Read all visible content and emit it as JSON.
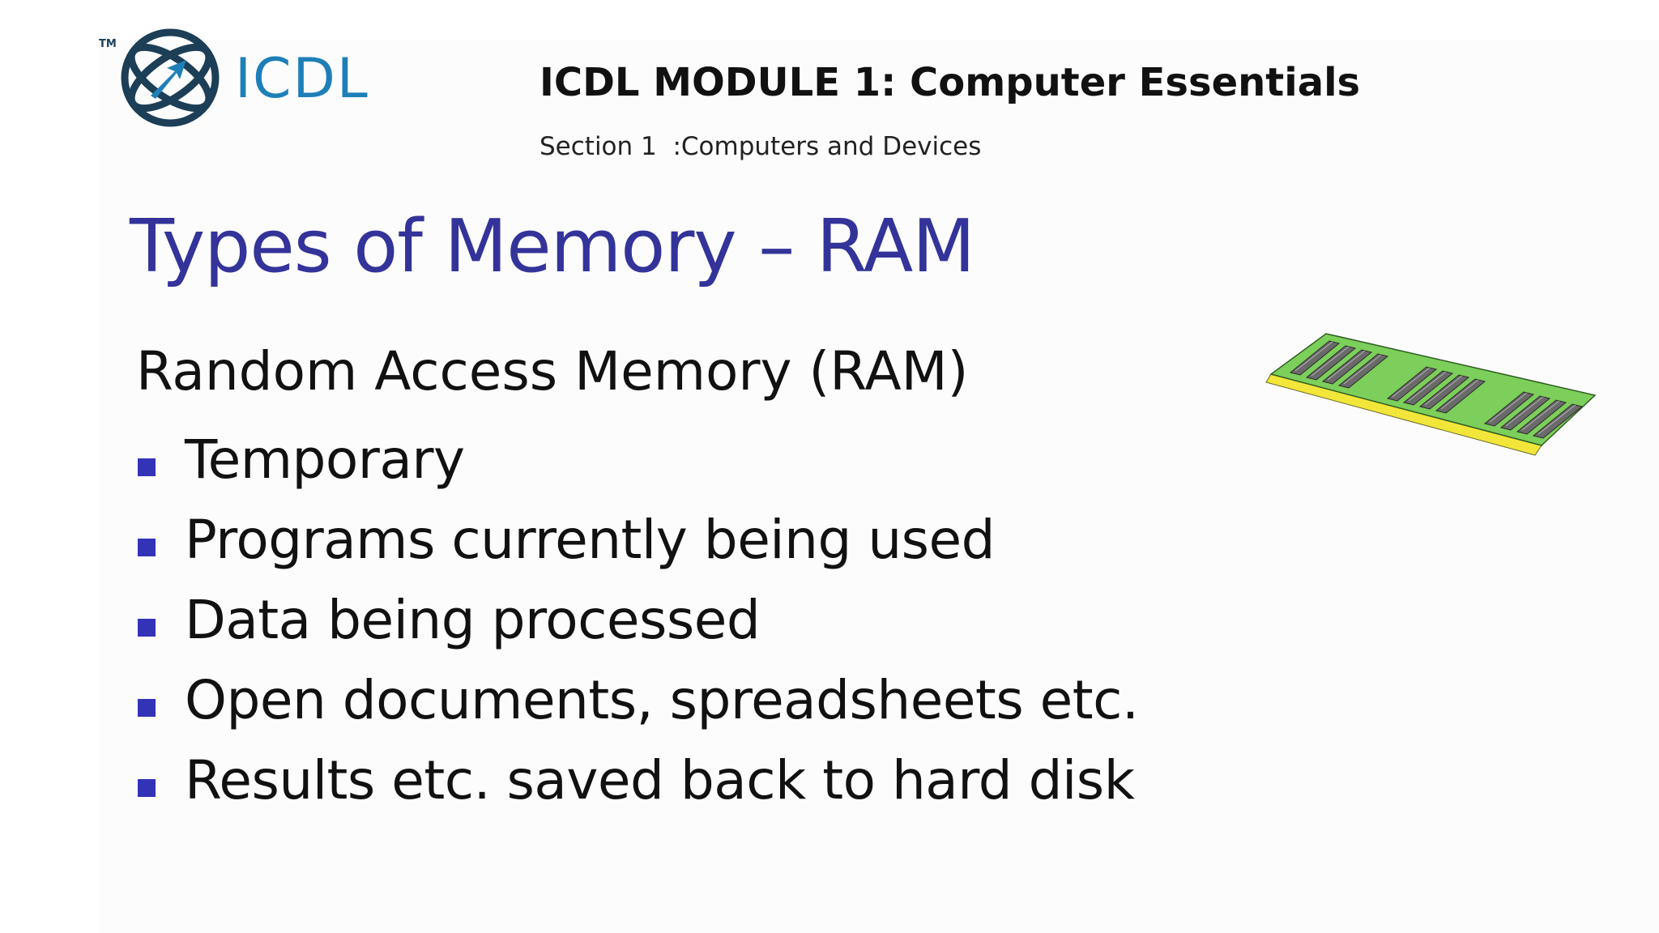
{
  "logo": {
    "brand_text": "ICDL",
    "trademark": "TM",
    "icon": "icdl-globe-icon",
    "brand_color": "#1e7fb8",
    "ring_color": "#1c3e57"
  },
  "header": {
    "module_title": "ICDL MODULE 1: Computer Essentials",
    "section_subtitle": "Section 1  :Computers and Devices"
  },
  "slide": {
    "title": "Types of Memory – RAM",
    "intro": "Random Access Memory (RAM)",
    "bullets": [
      "Temporary",
      "Programs currently being used",
      "Data being processed",
      "Open documents, spreadsheets etc.",
      "Results etc. saved back to hard disk"
    ]
  },
  "illustration": {
    "icon": "ram-module-icon",
    "board_color": "#7ccf5a",
    "contacts_color": "#f2e63a",
    "chip_color": "#6a6a6a"
  },
  "colors": {
    "title": "#33339a",
    "bullet_marker": "#3333b8",
    "text": "#111111"
  }
}
